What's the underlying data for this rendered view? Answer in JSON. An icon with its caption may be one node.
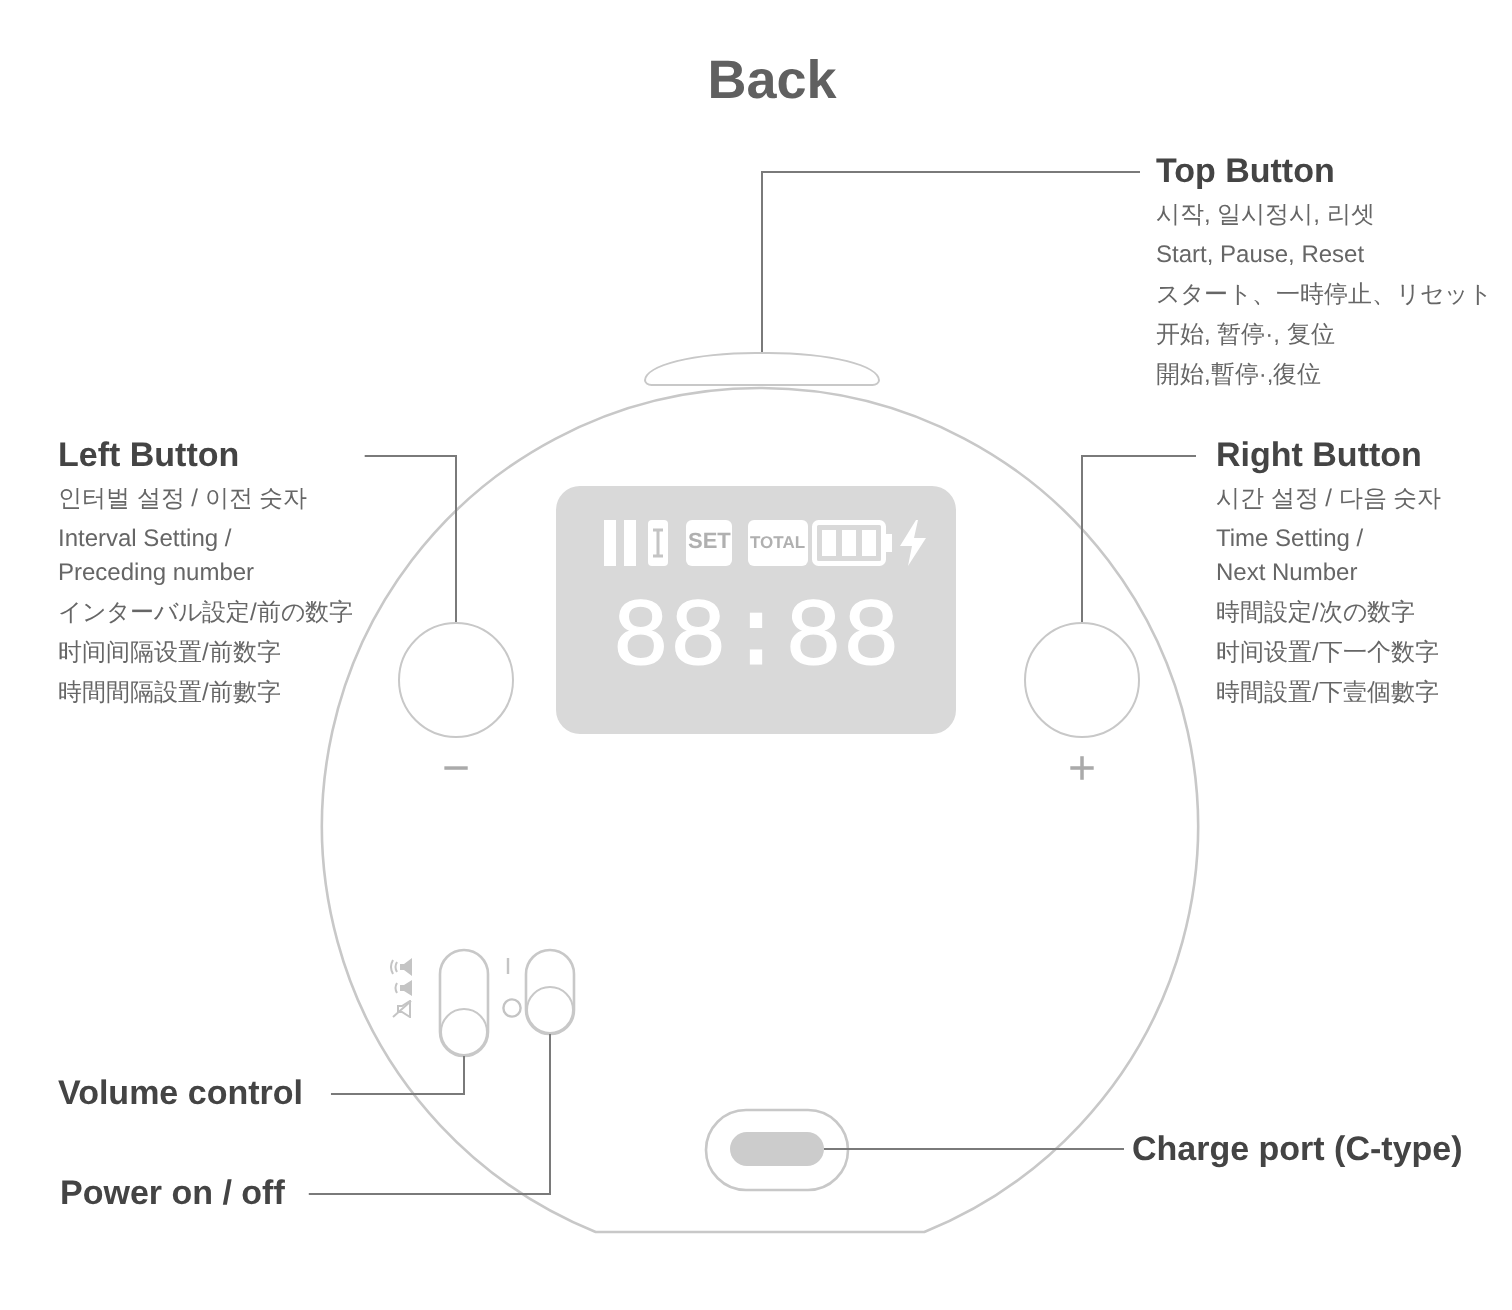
{
  "diagram": {
    "title": "Back",
    "nodes": [
      {
        "text": [
          "Top Button",
          "시작, 일시정시, 리셋",
          "Start, Pause, Reset",
          "スタート、一時停止、リセット",
          "开始, 暂停·, 复位",
          "開始,暫停·,復位"
        ]
      },
      {
        "text": [
          "Left Button",
          "인터벌 설정 / 이전 숫자",
          "Interval Setting / Preceding number",
          "インターバル設定/前の数字",
          "时间间隔设置/前数字",
          "時間間隔設置/前數字"
        ]
      },
      {
        "text": [
          "Right Button",
          "시간 설정 / 다음 숫자",
          "Time Setting / Next Number",
          "時間設定/次の数字",
          "时间设置/下一个数字",
          "時間設置/下壹個數字"
        ]
      },
      {
        "text": [
          "Volume control"
        ]
      },
      {
        "text": [
          "Charge port (C-type)"
        ]
      },
      {
        "text": [
          "Power on / off"
        ]
      },
      {
        "text": [],
        "shape": "bar"
      },
      {
        "text": [],
        "shape": "circle",
        "beside": [
          "−"
        ]
      },
      {
        "text": [],
        "shape": "circle",
        "beside": [
          "+"
        ]
      },
      {
        "text": [],
        "shape": "circle"
      },
      {
        "text": [],
        "shape": "circle"
      },
      {
        "text": [],
        "shape": "bar"
      }
    ],
    "edges": [
      {
        "from": 0,
        "to": 6,
        "arrow": "none"
      },
      {
        "from": 1,
        "to": 7,
        "arrow": "none"
      },
      {
        "from": 2,
        "to": 8,
        "arrow": "none"
      },
      {
        "from": 3,
        "to": 9,
        "arrow": "none"
      },
      {
        "from": 4,
        "to": 11,
        "arrow": "none"
      },
      {
        "from": 5,
        "to": 10,
        "arrow": "none"
      }
    ],
    "labels": [
      "SET",
      "TOTAL",
      "88:88"
    ]
  }
}
